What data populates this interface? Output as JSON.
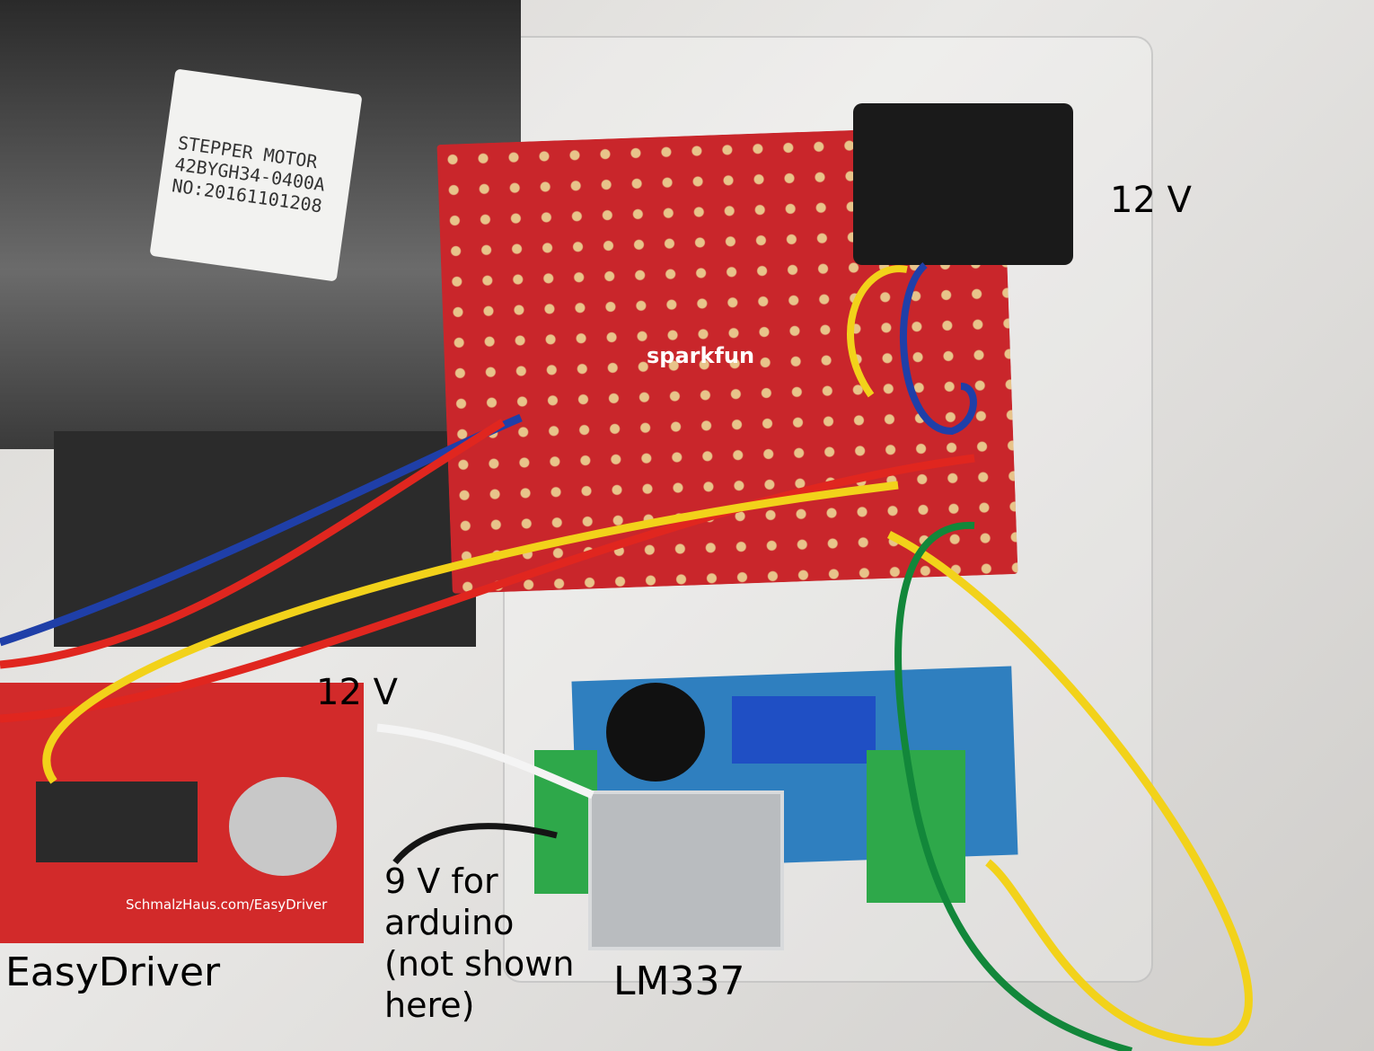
{
  "photo": {
    "motor_label_lines": [
      "STEPPER MOTOR",
      "42BYGH34-0400A",
      "NO:20161101208"
    ],
    "perfboard_brand": "sparkfun",
    "easydriver_silkscreen": "SchmalzHaus.com/EasyDriver"
  },
  "annotations": {
    "jack_voltage": "12 V",
    "driver_voltage": "12 V",
    "arduino_note": [
      "9 V for",
      "arduino",
      "(not shown",
      "here)"
    ],
    "driver_name": "EasyDriver",
    "regulator_name": "LM337"
  },
  "colors": {
    "perfboard": "#c9262b",
    "wire_red": "#e0261f",
    "wire_yellow": "#f2d21a",
    "wire_blue": "#1f3fa8",
    "wire_green": "#12873a"
  }
}
